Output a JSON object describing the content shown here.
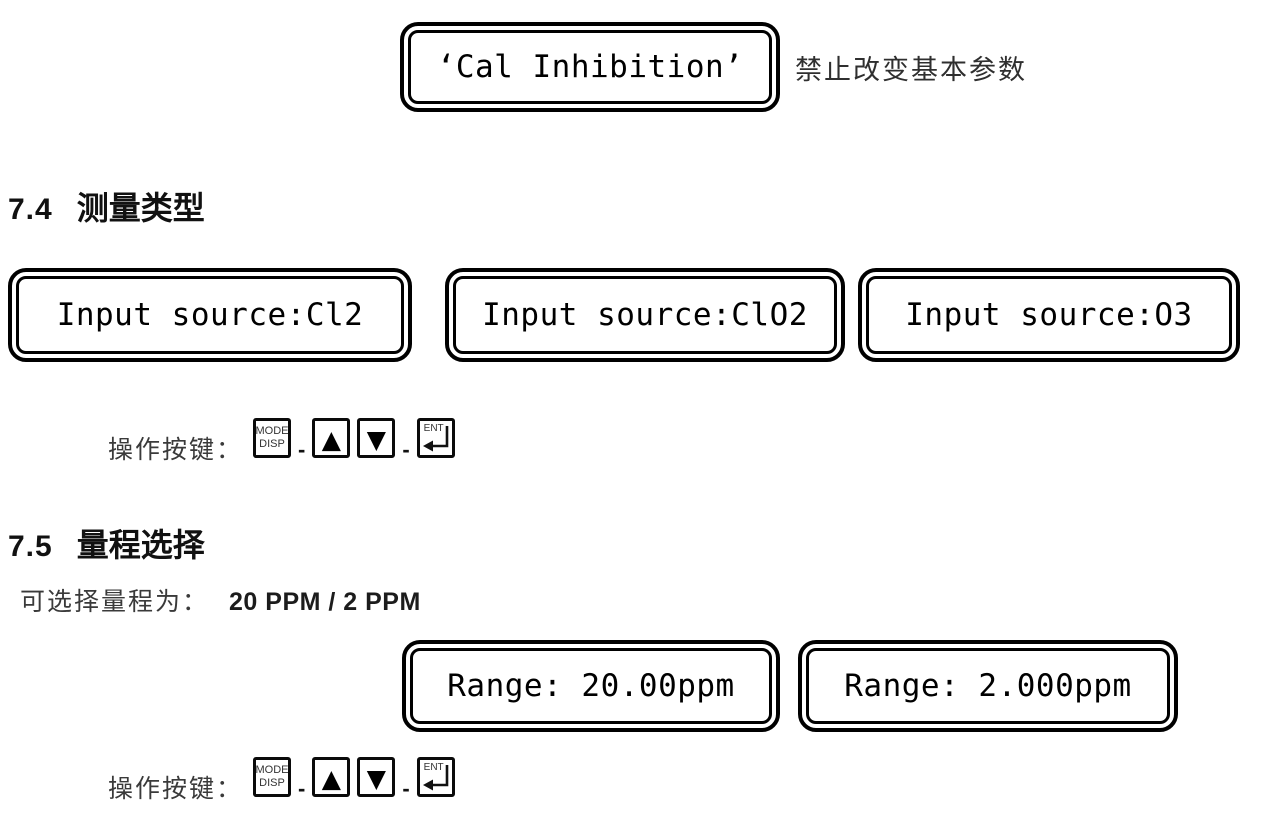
{
  "page": {
    "background": "#ffffff"
  },
  "cal_display": {
    "text": "‘Cal Inhibition’",
    "note": "禁止改变基本参数"
  },
  "sections": {
    "s74": {
      "number": "7.4",
      "title": "测量类型",
      "displays": {
        "cl2": "Input source:Cl2",
        "clo2": "Input source:ClO2",
        "o3": "Input source:O3"
      },
      "keys_label": "操作按键："
    },
    "s75": {
      "number": "7.5",
      "title": "量程选择",
      "note_label": "可选择量程为：",
      "note_value": "20 PPM / 2 PPM",
      "displays": {
        "range20": "Range: 20.00ppm",
        "range2": "Range: 2.000ppm"
      },
      "keys_label": "操作按键："
    }
  },
  "keypad": {
    "mode_line1": "MODE",
    "mode_line2": "DISP",
    "up_symbol": "▲",
    "down_symbol": "▼",
    "ent_label": "ENT",
    "separator": "-"
  },
  "colors": {
    "ink": "#000000",
    "gray_text": "#3a3a3a"
  }
}
